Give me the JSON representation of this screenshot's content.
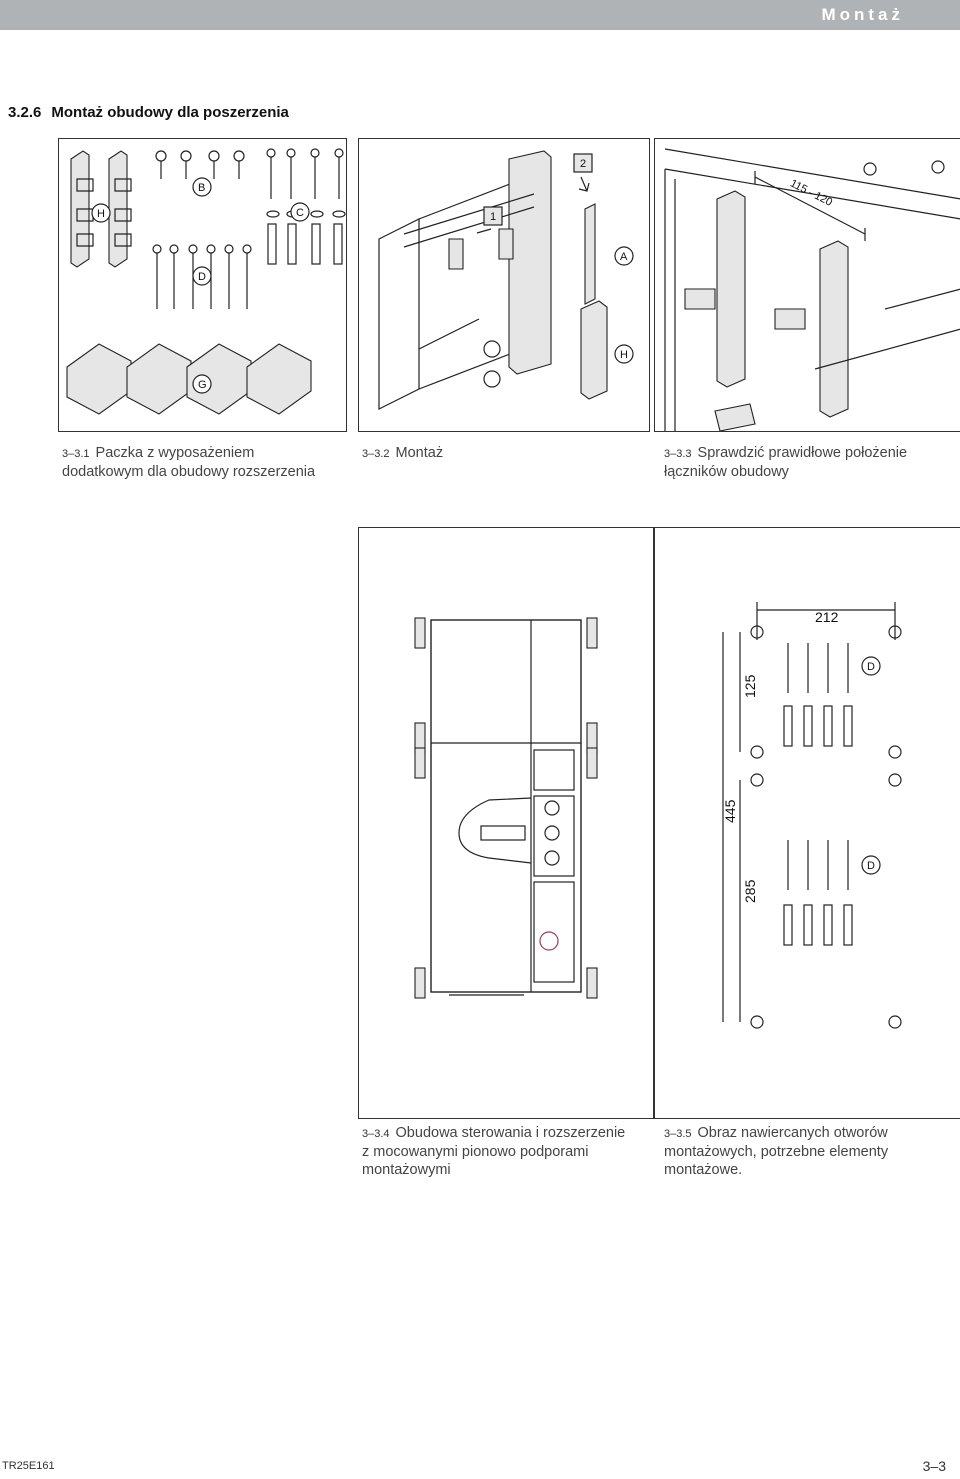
{
  "header": {
    "title": "Montaż"
  },
  "section": {
    "number": "3.2.6",
    "title": "Montaż obudowy dla poszerzenia"
  },
  "figures": [
    {
      "number": "3–3.1",
      "caption_line1": "Paczka z wyposażeniem",
      "caption_line2": "dodatkowym dla obudowy rozszerzenia",
      "labels": {
        "h": "H",
        "b": "B",
        "c": "C",
        "d": "D",
        "g": "G"
      }
    },
    {
      "number": "3–3.2",
      "caption_line1": "Montaż",
      "labels": {
        "step1": "1",
        "step2": "2",
        "a": "A",
        "h": "H"
      }
    },
    {
      "number": "3–3.3",
      "caption_line1": "Sprawdzić prawidłowe położenie",
      "caption_line2": "łączników obudowy",
      "labels": {
        "dimension": "115 - 120"
      }
    },
    {
      "number": "3–3.4",
      "caption_line1": "Obudowa sterowania i rozszerzenie",
      "caption_line2": "z mocowanymi pionowo podporami",
      "caption_line3": "montażowymi"
    },
    {
      "number": "3–3.5",
      "caption_line1": "Obraz nawiercanych otworów",
      "caption_line2": "montażowych, potrzebne elementy",
      "caption_line3": "montażowe.",
      "labels": {
        "width": "212",
        "top_gap": "125",
        "total": "445",
        "lower": "285",
        "d_top": "D",
        "d_bottom": "D"
      }
    }
  ],
  "footer": {
    "doc_code": "TR25E161",
    "page": "3–3"
  }
}
